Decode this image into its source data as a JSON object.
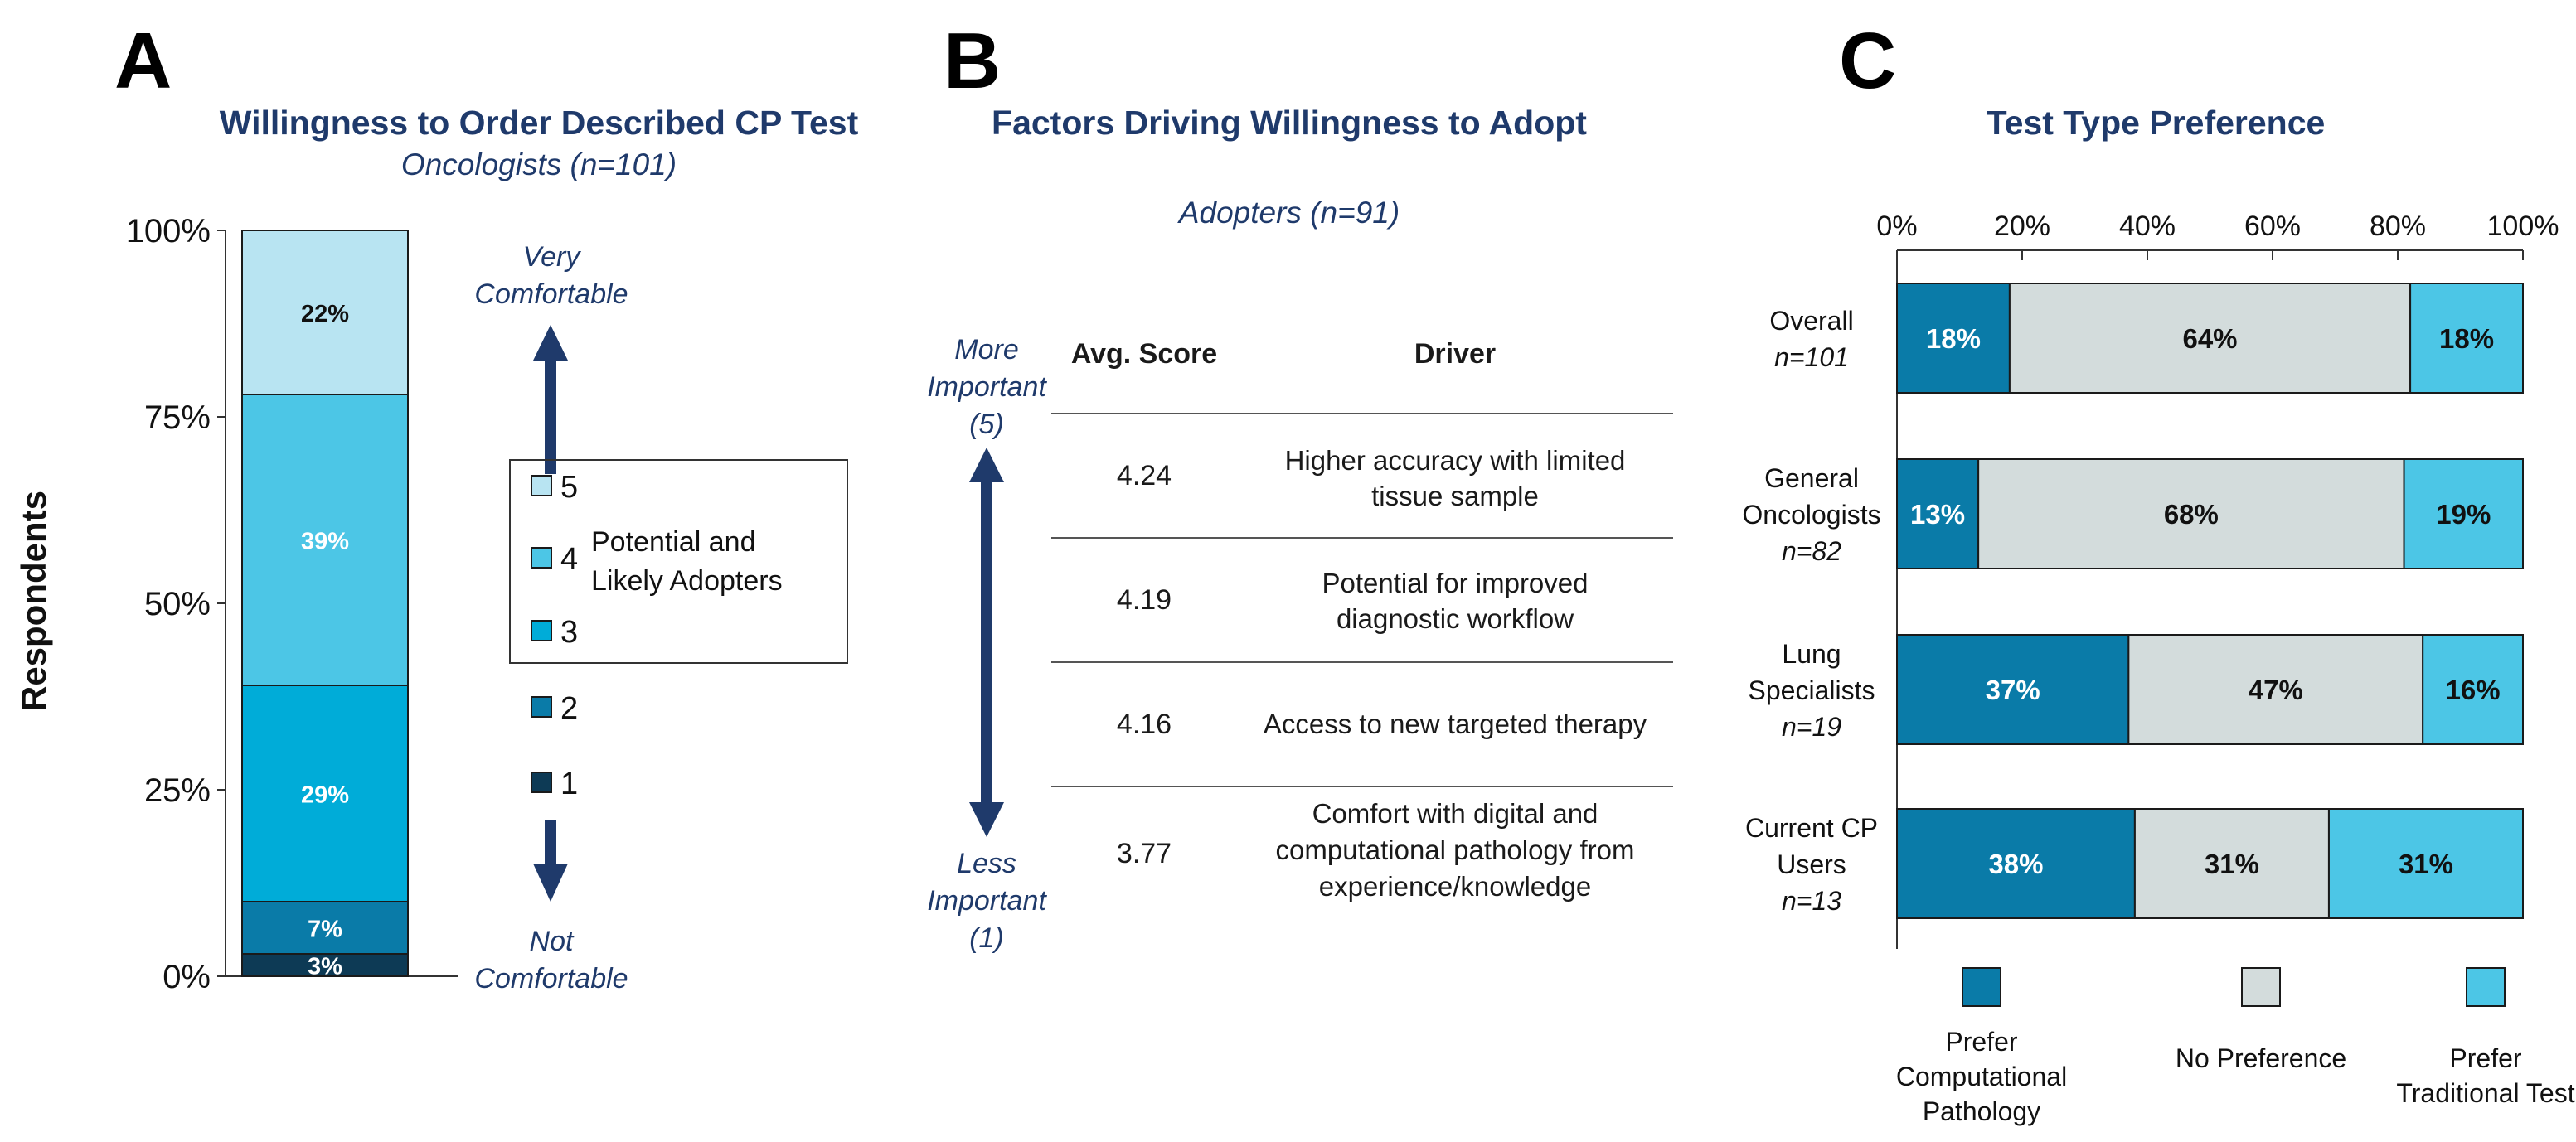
{
  "panelA": {
    "letter": "A",
    "title": "Willingness to Order Described CP Test",
    "subtitle": "Oncologists (n=101)",
    "ylabel": "Respondents",
    "top_arrow_label": [
      "Very",
      "Comfortable"
    ],
    "bottom_arrow_label": [
      "Not",
      "Comfortable"
    ],
    "legend_group_label": [
      "Potential and",
      "Likely Adopters"
    ],
    "legend_items": [
      {
        "label": "5",
        "color": "#b8e4f2"
      },
      {
        "label": "4",
        "color": "#4cc6e6"
      },
      {
        "label": "3",
        "color": "#00acd8"
      },
      {
        "label": "2",
        "color": "#0a7ba8"
      },
      {
        "label": "1",
        "color": "#0d3a55"
      }
    ]
  },
  "panelB": {
    "letter": "B",
    "title": "Factors Driving Willingness to Adopt",
    "subtitle": "Adopters (n=91)",
    "more_label": [
      "More",
      "Important",
      "(5)"
    ],
    "less_label": [
      "Less",
      "Important",
      "(1)"
    ],
    "col_score": "Avg. Score",
    "col_driver": "Driver",
    "rows": [
      {
        "score": "4.24",
        "driver": [
          "Higher accuracy with limited",
          "tissue sample"
        ]
      },
      {
        "score": "4.19",
        "driver": [
          "Potential for improved",
          "diagnostic workflow"
        ]
      },
      {
        "score": "4.16",
        "driver": [
          "Access to new targeted therapy"
        ]
      },
      {
        "score": "3.77",
        "driver": [
          "Comfort with digital and",
          "computational pathology from",
          "experience/knowledge"
        ]
      }
    ]
  },
  "panelC": {
    "letter": "C",
    "title": "Test Type Preference"
  },
  "chart_data": [
    {
      "type": "bar",
      "orientation": "vertical",
      "stacked": true,
      "title": "Willingness to Order Described CP Test",
      "subtitle": "Oncologists (n=101)",
      "ylabel": "Respondents",
      "yticks": [
        "0%",
        "25%",
        "50%",
        "75%",
        "100%"
      ],
      "ylim": [
        0,
        100
      ],
      "segments": [
        {
          "rating": "1",
          "value": 3,
          "label": "3%",
          "color": "#0d3a55",
          "text_color": "#ffffff"
        },
        {
          "rating": "2",
          "value": 7,
          "label": "7%",
          "color": "#0a7ba8",
          "text_color": "#ffffff"
        },
        {
          "rating": "3",
          "value": 29,
          "label": "29%",
          "color": "#00acd8",
          "text_color": "#ffffff"
        },
        {
          "rating": "4",
          "value": 39,
          "label": "39%",
          "color": "#4cc6e6",
          "text_color": "#ffffff"
        },
        {
          "rating": "5",
          "value": 22,
          "label": "22%",
          "color": "#b8e4f2",
          "text_color": "#111111"
        }
      ]
    },
    {
      "type": "bar",
      "orientation": "horizontal",
      "stacked": true,
      "title": "Test Type Preference",
      "xticks": [
        "0%",
        "20%",
        "40%",
        "60%",
        "80%",
        "100%"
      ],
      "xlim": [
        0,
        100
      ],
      "categories": [
        {
          "lines": [
            "Overall"
          ],
          "n": "n=101"
        },
        {
          "lines": [
            "General",
            "Oncologists"
          ],
          "n": "n=82"
        },
        {
          "lines": [
            "Lung",
            "Specialists"
          ],
          "n": "n=19"
        },
        {
          "lines": [
            "Current CP",
            "Users"
          ],
          "n": "n=13"
        }
      ],
      "series": [
        {
          "name": "Prefer Computational Pathology",
          "legend_lines": [
            "Prefer",
            "Computational",
            "Pathology"
          ],
          "color": "#0a7ba8",
          "text_color": "#ffffff",
          "values": [
            18,
            13,
            37,
            38
          ],
          "labels": [
            "18%",
            "13%",
            "37%",
            "38%"
          ]
        },
        {
          "name": "No Preference",
          "legend_lines": [
            "No Preference"
          ],
          "color": "#d3dcdc",
          "text_color": "#111111",
          "values": [
            64,
            68,
            47,
            31
          ],
          "labels": [
            "64%",
            "68%",
            "47%",
            "31%"
          ]
        },
        {
          "name": "Prefer Traditional Test",
          "legend_lines": [
            "Prefer",
            "Traditional Test"
          ],
          "color": "#4cc6e6",
          "text_color": "#111111",
          "values": [
            18,
            19,
            16,
            31
          ],
          "labels": [
            "18%",
            "19%",
            "16%",
            "31%"
          ]
        }
      ]
    }
  ]
}
